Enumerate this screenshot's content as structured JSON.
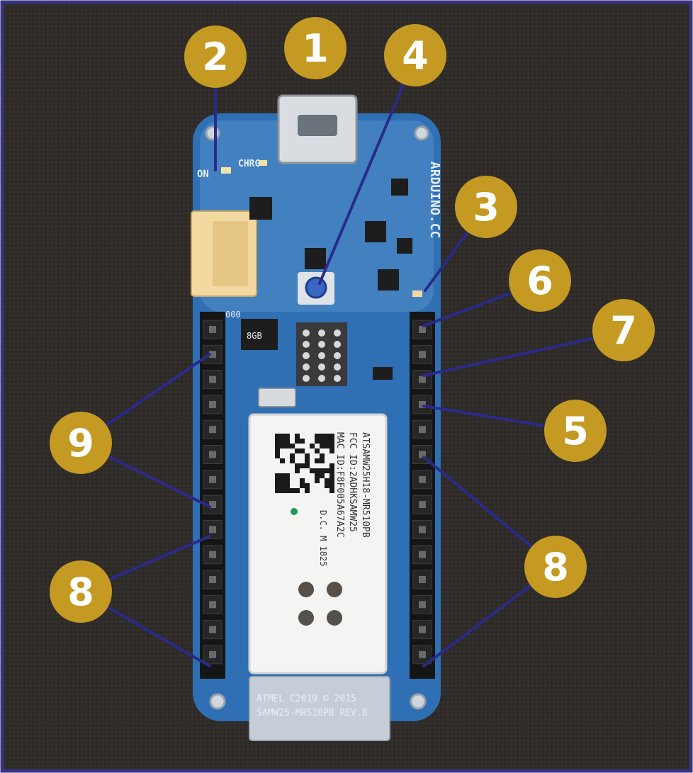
{
  "colors": {
    "frame": "#3a3480",
    "background": "#2f2b29",
    "board": "#2f6fb3",
    "board_light": "#5b94d0",
    "callout": "#c49a22",
    "leader": "#2a2a8a",
    "header_pin": "#151515",
    "module": "#f4f4f2",
    "connector": "#f3d9a0"
  },
  "board": {
    "silkscreen_brand": "ARDUINO.CC",
    "led_on": "ON",
    "led_chrg": "CHRG",
    "header_mark": "000",
    "regulator_mark": "8GB",
    "module_bottom_line1": "ATMEL  C2019  ©  2015",
    "module_bottom_line2": "SAMW25-MRS10PB  REV.B"
  },
  "module_label": {
    "line1": "ATSAMW25H18-MR510PB",
    "line2": "FCC ID:2ADHKSAMW25",
    "line3": "MAC ID:F8F005A67A2C",
    "line4": "D.C. M 1825"
  },
  "callouts": [
    {
      "id": "c1",
      "label": "1"
    },
    {
      "id": "c2",
      "label": "2"
    },
    {
      "id": "c3",
      "label": "3"
    },
    {
      "id": "c4",
      "label": "4"
    },
    {
      "id": "c5",
      "label": "5"
    },
    {
      "id": "c6",
      "label": "6"
    },
    {
      "id": "c7",
      "label": "7"
    },
    {
      "id": "c8l",
      "label": "8"
    },
    {
      "id": "c8r",
      "label": "8"
    },
    {
      "id": "c9",
      "label": "9"
    }
  ]
}
